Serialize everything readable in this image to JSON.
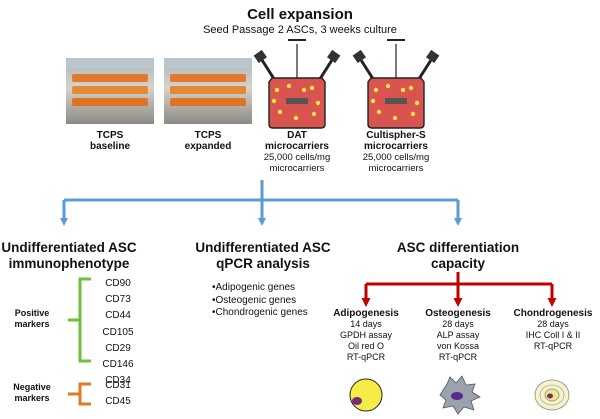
{
  "header": {
    "title": "Cell expansion",
    "subtitle": "Seed Passage 2 ASCs, 3 weeks culture"
  },
  "conditions": [
    {
      "name": "TCPS",
      "sub": "baseline",
      "detail": ""
    },
    {
      "name": "TCPS",
      "sub": "expanded",
      "detail": ""
    },
    {
      "name": "DAT",
      "sub": "microcarriers",
      "detail": "25,000 cells/mg microcarriers"
    },
    {
      "name": "Cultispher-S",
      "sub": "microcarriers",
      "detail": "25,000 cells/mg microcarriers"
    }
  ],
  "sections": {
    "immuno": {
      "title_line1": "Undifferentiated ASC",
      "title_line2": "immunophenotype"
    },
    "qpcr": {
      "title_line1": "Undifferentiated ASC",
      "title_line2": "qPCR analysis"
    },
    "diff": {
      "title_line1": "ASC differentiation",
      "title_line2": "capacity"
    }
  },
  "positive": {
    "label_line1": "Positive",
    "label_line2": "markers",
    "markers": [
      "CD90",
      "CD73",
      "CD44",
      "CD105",
      "CD29",
      "CD146",
      "CD34"
    ]
  },
  "negative": {
    "label_line1": "Negative",
    "label_line2": "markers",
    "markers": [
      "CD31",
      "CD45"
    ]
  },
  "genes": [
    "•Adipogenic genes",
    "•Osteogenic genes",
    "•Chondrogenic genes"
  ],
  "differentiation": [
    {
      "name": "Adipogenesis",
      "lines": [
        "14 days",
        "GPDH assay",
        "Oil red O",
        "RT-qPCR"
      ]
    },
    {
      "name": "Osteogenesis",
      "lines": [
        "28 days",
        "ALP assay",
        "von Kossa",
        "RT-qPCR"
      ]
    },
    {
      "name": "Chondrogenesis",
      "lines": [
        "28 days",
        "IHC Coll I & II",
        "RT-qPCR"
      ]
    }
  ],
  "colors": {
    "blue_arrow": "#5b9bd5",
    "red_arrow": "#c00000",
    "green_bracket": "#70bf3c",
    "orange_bracket": "#e07b22",
    "flask_medium": "#d9534f",
    "microcarrier": "#f0e442"
  }
}
